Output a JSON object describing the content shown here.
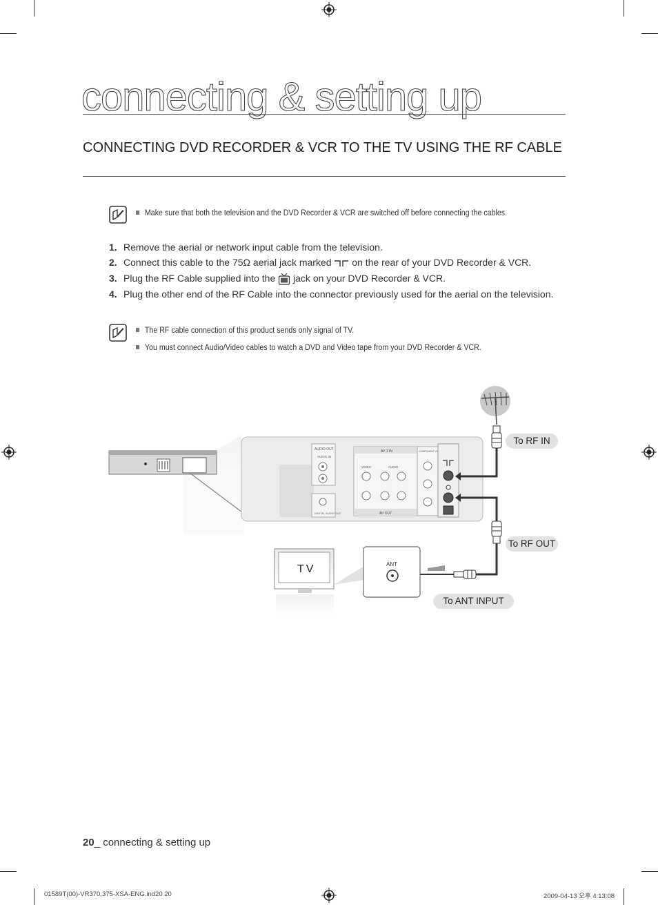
{
  "chapter_title": "connecting & setting up",
  "section_heading": "CONNECTING DVD RECORDER & VCR TO THE TV USING THE RF CABLE",
  "note_top": "Make sure that both the television and the DVD Recorder & VCR are switched off before connecting the cables.",
  "steps": [
    {
      "num": "1.",
      "text": "Remove the aerial or network input cable from the television."
    },
    {
      "num": "2.",
      "text_a": "Connect this cable to the 75Ω aerial jack marked",
      "text_b": "on the rear of your DVD Recorder & VCR."
    },
    {
      "num": "3.",
      "text_a": "Plug the RF Cable supplied into the",
      "text_b": "jack on your DVD Recorder & VCR."
    },
    {
      "num": "4.",
      "text": "Plug the other end of the RF Cable into the connector previously used for the aerial on the television."
    }
  ],
  "notes_bottom": [
    "The RF cable connection of this product sends only signal of TV.",
    "You must connect Audio/Video cables to watch a DVD and Video tape from your DVD Recorder & VCR."
  ],
  "diagram": {
    "label_rf_in": "To RF IN",
    "label_rf_out": "To RF OUT",
    "label_ant_input": "To ANT INPUT",
    "tv_text": "TV",
    "ant_text": "ANT",
    "panel": {
      "audio_out": "AUDIO OUT",
      "audio_in": "AUDIO IN",
      "av1_in": "AV 1 IN",
      "av_out": "AV OUT",
      "component": "COMPONENT VIDEO OUT",
      "video": "VIDEO",
      "audio": "AUDIO",
      "digital": "DIGITAL AUDIO OUT"
    }
  },
  "footer": {
    "page_number": "20",
    "page_label": "_ connecting & setting up"
  },
  "slug": {
    "left": "01589T(00)-VR370,375-XSA-ENG.ind20   20",
    "right": "2009-04-13   오후 4:13:08"
  }
}
